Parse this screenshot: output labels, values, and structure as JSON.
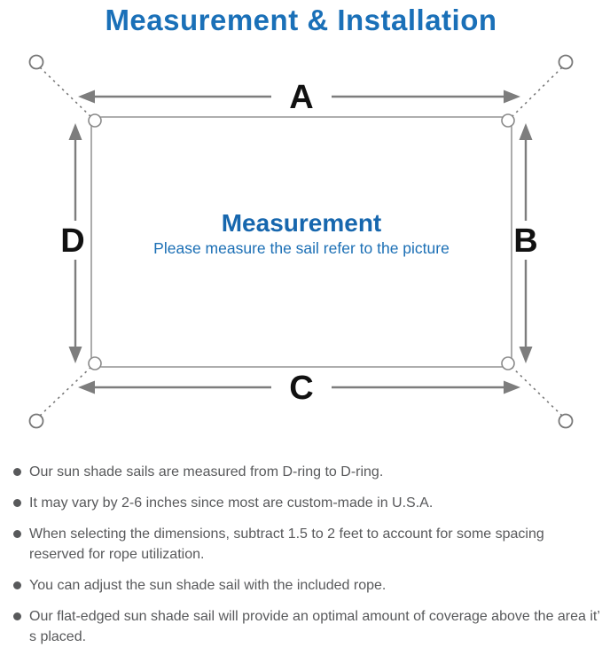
{
  "title": "Measurement & Installation",
  "colors": {
    "title_blue": "#1a70b8",
    "center_blue": "#1767ae",
    "diagram_line_gray": "#7d7d7d",
    "sail_outline_gray": "#a3a3a3",
    "note_text_gray": "#58595b"
  },
  "diagram": {
    "labels": {
      "top": "A",
      "right": "B",
      "bottom": "C",
      "left": "D"
    },
    "center_heading": "Measurement",
    "center_subtitle": "Please measure the sail refer to the picture"
  },
  "notes": [
    {
      "text": "Our sun shade sails are measured from D-ring to D-ring."
    },
    {
      "text": "It may vary by 2-6 inches since most are custom-made in U.S.A."
    },
    {
      "text": "When selecting the dimensions, subtract 1.5 to 2 feet to account for some spacing reserved for rope utilization."
    },
    {
      "text": "You can adjust the sun shade sail with the included rope."
    },
    {
      "text": "Our flat-edged sun shade sail will provide an optimal amount of coverage above the area it’ s placed."
    }
  ]
}
